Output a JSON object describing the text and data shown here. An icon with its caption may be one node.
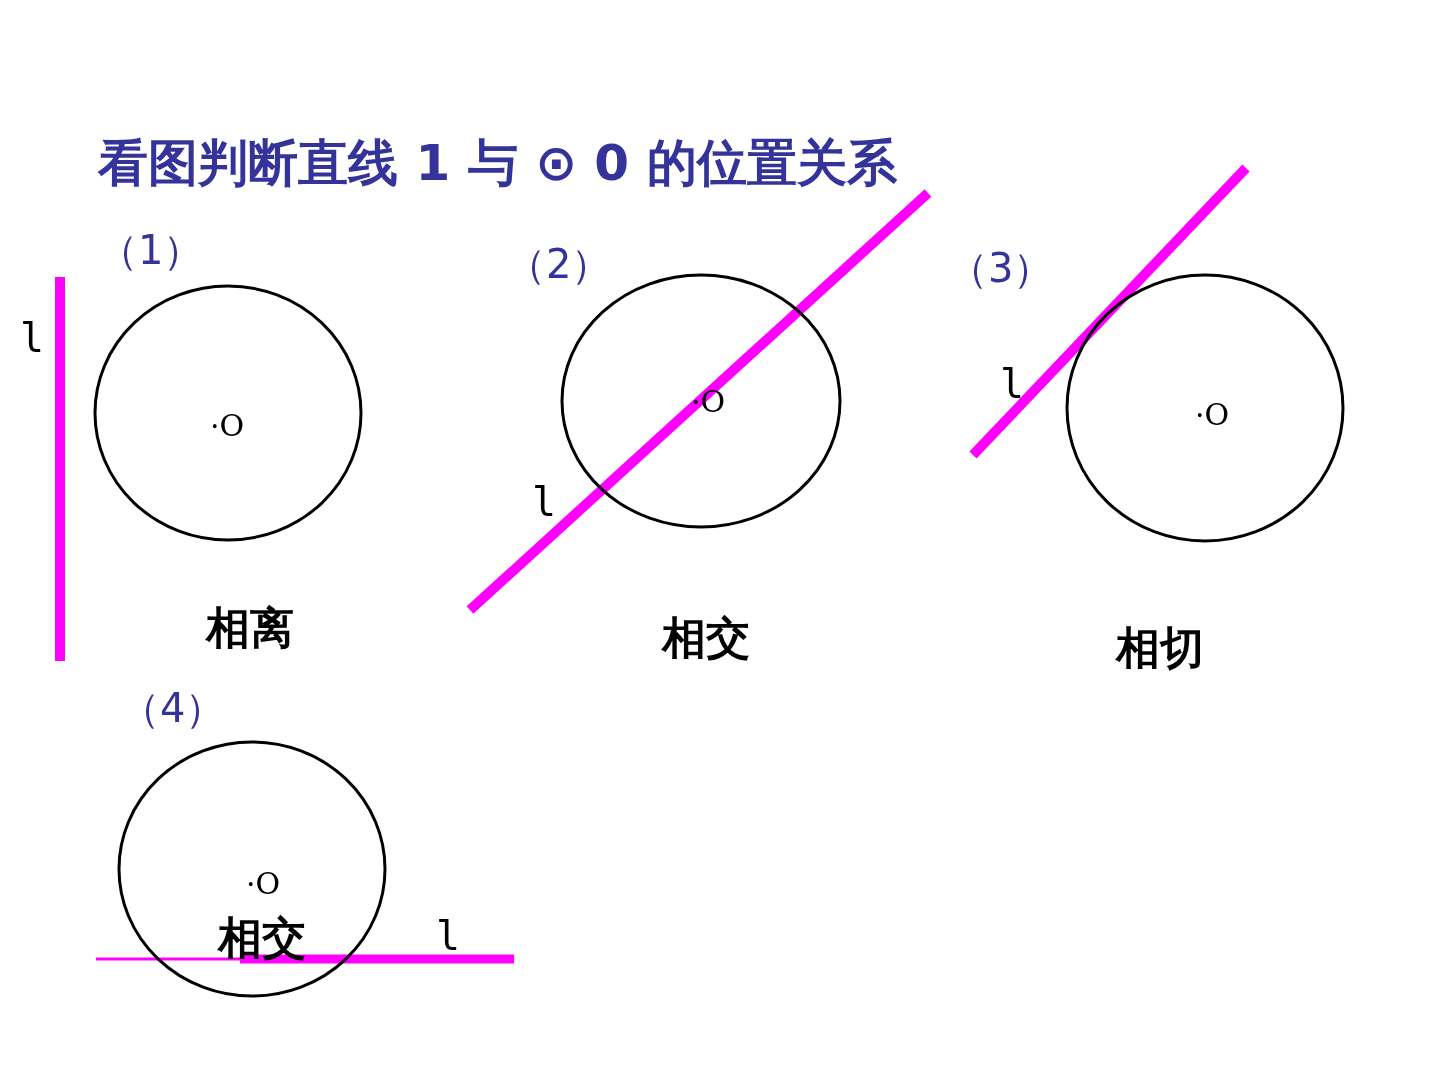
{
  "diagram": {
    "title": "看图判断直线 1 与 ⊙ 0 的位置关系",
    "nodes": [
      {
        "text": [
          "·O"
        ]
      },
      {
        "text": [
          "·O"
        ]
      },
      {
        "text": [
          "·O"
        ]
      },
      {
        "text": [
          "·O"
        ]
      }
    ],
    "labels": [
      "（1）",
      "l",
      "相离",
      "（2）",
      "l",
      "相交",
      "（3）",
      "l",
      "相切",
      "（4）",
      "相交",
      "l"
    ]
  }
}
